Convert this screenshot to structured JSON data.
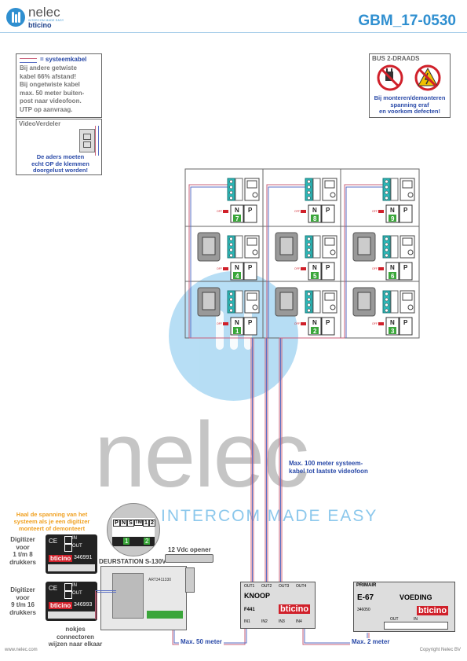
{
  "header": {
    "logo_name": "nelec",
    "logo_tagline": "INTERCOM MADE EASY",
    "logo_sub": "bticino",
    "doc_code": "GBM_17-0530"
  },
  "note_box": {
    "legend": "= systeemkabel",
    "lines": [
      "Bij andere getwiste",
      "kabel 66% afstand!",
      "Bij ongetwiste kabel",
      "max. 50 meter buiten-",
      "post naar videofoon.",
      "UTP op aanvraag."
    ]
  },
  "video_box": {
    "title": "VideoVerdeler",
    "lines": [
      "De aders moeten",
      "echt OP de klemmen",
      "doorgelust worden!"
    ]
  },
  "bus_box": {
    "title": "BUS 2-DRAADS",
    "lines": [
      "Bij monteren/demonteren",
      "spanning eraf",
      "en voorkom defecten!"
    ]
  },
  "phone_grid": {
    "n_label": "N",
    "p_label": "P",
    "off_label": "OFF",
    "numbers": [
      "7",
      "8",
      "9",
      "4",
      "5",
      "6",
      "1",
      "2",
      "3"
    ]
  },
  "labels": {
    "max100": [
      "Max. 100 meter systeem-",
      "kabel tot laatste videofoon"
    ],
    "spanning": [
      "Haal de spanning van het",
      "systeem als je een digitizer",
      "monteert of demonteert"
    ],
    "digitizer1": [
      "Digitizer",
      "voor",
      "1 t/m 8",
      "drukkers"
    ],
    "digitizer2": [
      "Digitizer",
      "voor",
      "9 t/m 16",
      "drukkers"
    ],
    "digitizer1_code": "346991",
    "digitizer2_code": "346993",
    "dig_in": "IN",
    "dig_out": "OUT",
    "dig_ce": "CE",
    "nokjes": [
      "nokjes connectoren",
      "wijzen naar elkaar"
    ],
    "deurstation": "DEURSTATION S-130V",
    "opener": "12 Vdc opener",
    "art_code": "ART3411330",
    "max50": "Max. 50 meter",
    "max2": "Max. 2 meter",
    "footer_left": "www.nelec.com",
    "footer_right": "Copyright Nelec BV",
    "connector_labels": [
      "P",
      "N",
      "S",
      "TM",
      "1",
      "2"
    ],
    "connector_nums": [
      "1",
      "2"
    ]
  },
  "knoop": {
    "title": "KNOOP",
    "code": "F441",
    "brand": "bticino",
    "inputs": [
      "IN1",
      "IN2",
      "IN3",
      "IN4"
    ],
    "outputs": [
      "OUT1",
      "OUT2",
      "OUT3",
      "OUT4"
    ]
  },
  "voeding": {
    "primair": "PRIMAIR",
    "model": "E-67",
    "title": "VOEDING",
    "code": "346050",
    "brand": "bticino",
    "term_labels": [
      "OUT",
      "IN"
    ]
  },
  "watermark": {
    "text": "nelec",
    "tagline": "INTERCOM MADE EASY"
  },
  "colors": {
    "accent_blue": "#2f8fd0",
    "cable_red": "#c8607a",
    "cable_blue": "#5a6fc4",
    "phone_teal": "#2cb5b5",
    "text_blue": "#2a4aa8",
    "warning_red": "#d0202a",
    "warning_orange": "#f0a020",
    "button_green": "#3aa63a"
  }
}
